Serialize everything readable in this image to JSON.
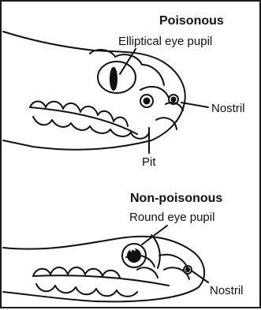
{
  "poisonous": {
    "heading": "Poisonous",
    "pupil_label": "Elliptical eye pupil",
    "nostril_label": "Nostril",
    "pit_label": "Pit"
  },
  "non_poisonous": {
    "heading": "Non-poisonous",
    "pupil_label": "Round eye pupil",
    "nostril_label": "Nostril"
  },
  "colors": {
    "ink": "#111111",
    "paper": "#ffffff"
  }
}
